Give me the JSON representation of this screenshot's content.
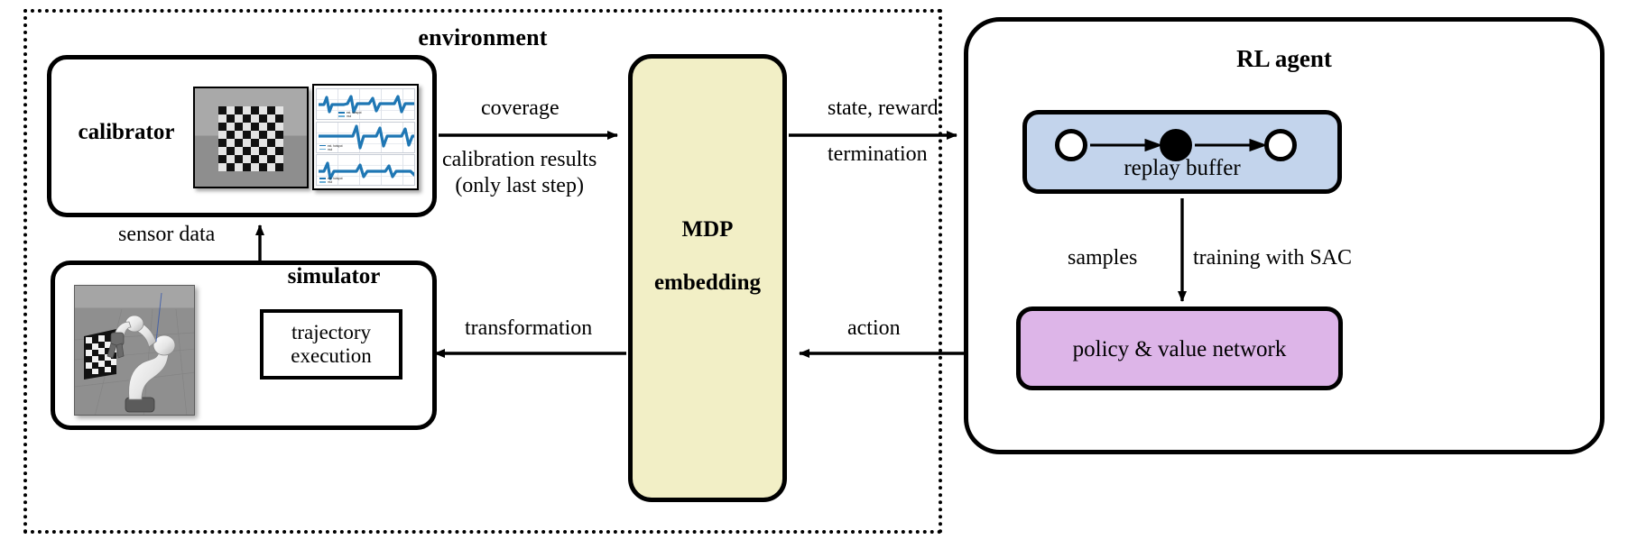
{
  "diagram": {
    "title": "RL-based calibration pipeline block diagram",
    "environment": {
      "title": "environment",
      "boundary_style": "dotted",
      "blocks": [
        {
          "id": "calibrator",
          "label": "calibrator",
          "thumbnails": [
            "checkerboard-camera-view",
            "calibration-result-plots"
          ]
        },
        {
          "id": "simulator",
          "label": "simulator",
          "inner_block": "trajectory execution",
          "inner_block_line1": "trajectory",
          "inner_block_line2": "execution",
          "thumbnails": [
            "robot-arm-simulation-view"
          ]
        }
      ]
    },
    "mdp": {
      "line1": "MDP",
      "line2": "embedding",
      "fill": "#f2efc6"
    },
    "rl_agent": {
      "title": "RL agent",
      "replay_buffer": {
        "label": "replay buffer",
        "fill": "#c3d4ec",
        "nodes": [
          "white",
          "black",
          "white"
        ]
      },
      "policy_network": {
        "label": "policy & value network",
        "fill": "#ddb5e8"
      }
    },
    "edges": [
      {
        "id": "coverage",
        "label": "coverage",
        "from": "calibrator",
        "to": "mdp"
      },
      {
        "id": "calibration-results",
        "label_line1": "calibration results",
        "label_line2": "(only last step)",
        "from": "calibrator",
        "to": "mdp"
      },
      {
        "id": "state-reward",
        "label": "state, reward",
        "from": "mdp",
        "to": "rl-agent"
      },
      {
        "id": "termination",
        "label": "termination",
        "from": "mdp",
        "to": "rl-agent"
      },
      {
        "id": "action",
        "label": "action",
        "from": "rl-agent",
        "to": "mdp"
      },
      {
        "id": "transformation",
        "label": "transformation",
        "from": "mdp",
        "to": "simulator"
      },
      {
        "id": "sensor-data",
        "label": "sensor data",
        "from": "simulator",
        "to": "calibrator"
      },
      {
        "id": "samples",
        "label": "samples",
        "from": "replay-buffer",
        "to": "policy-network"
      },
      {
        "id": "training",
        "label": "training with SAC",
        "from": "replay-buffer",
        "to": "policy-network"
      }
    ],
    "colors": {
      "mdp_fill": "#f2efc6",
      "replay_buffer_fill": "#c3d4ec",
      "policy_fill": "#ddb5e8",
      "stroke": "#000000",
      "plot_accent": "#1f77b4"
    }
  }
}
